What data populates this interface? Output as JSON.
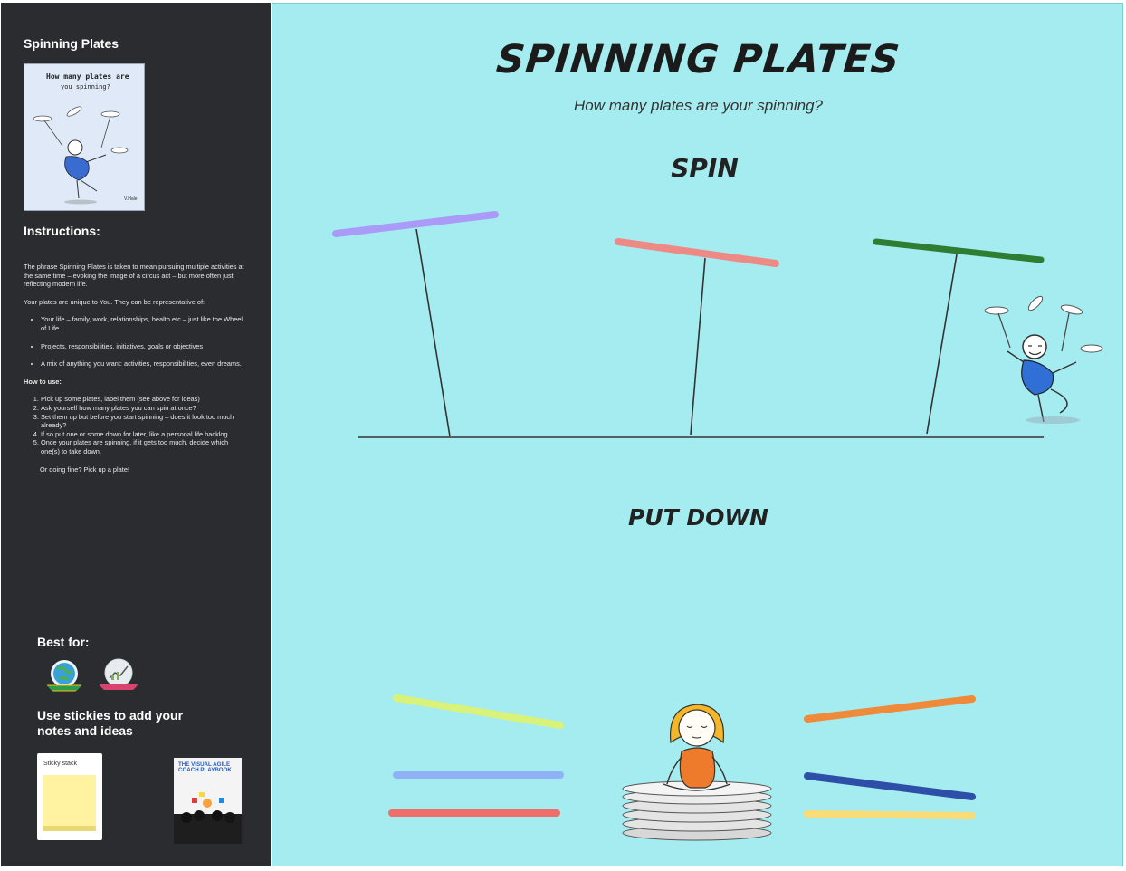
{
  "sidebar": {
    "title": "Spinning Plates",
    "poster_text_line1": "How many plates are",
    "poster_text_line2": "you spinning?",
    "instructions_heading": "Instructions:",
    "intro": "The phrase Spinning Plates is taken to mean pursuing multiple activities at the same time – evoking the image of a circus act – but more often just reflecting modern life.",
    "unique": "Your plates are unique to You. They can be representative of:",
    "bullets": [
      "Your life – family, work, relationships, health etc – just like the Wheel of Life.",
      "Projects, responsibilities, initiatives, goals or objectives",
      "A mix of anything you want: activities, responsibilities, even dreams."
    ],
    "how_to_heading": "How to use:",
    "steps": [
      "Pick up some plates, label them (see above for ideas)",
      "Ask yourself how many plates you can spin at once?",
      "Set them up but before you start spinning – does it look too much already?",
      "If so put one or some down for later, like a personal life backlog",
      "Once your plates are spinning, if it gets too much, decide which one(s) to take down."
    ],
    "closing": "Or doing fine? Pick up a plate!",
    "best_for_heading": "Best for:",
    "badges": [
      {
        "icon": "globe-badge-icon",
        "color": "#3aa0d8",
        "ribbon": "#2e9c4a"
      },
      {
        "icon": "chart-badge-icon",
        "color": "#e6ecef",
        "ribbon": "#d8436f"
      }
    ],
    "stickies_heading": "Use stickies to add your notes and ideas",
    "sticky_stack_label": "Sticky stack",
    "book_title": "THE VISUAL AGILE COACH PLAYBOOK"
  },
  "board": {
    "title": "SPINNING PLATES",
    "subtitle": "How many plates are your spinning?",
    "spin_heading": "SPIN",
    "put_down_heading": "PUT DOWN"
  },
  "colors": {
    "sidebar_bg": "#2b2c30",
    "board_bg": "#a4ecef",
    "plate_purple": "#a99bf7",
    "plate_pink": "#ee8a86",
    "plate_green": "#2e7d32",
    "plate_lime": "#d9f27a",
    "plate_blue": "#8fb1f6",
    "plate_red": "#ee6f6a",
    "plate_orange": "#ee8a3a",
    "plate_navy": "#2e4fa8",
    "plate_yellow": "#f8dc78"
  }
}
